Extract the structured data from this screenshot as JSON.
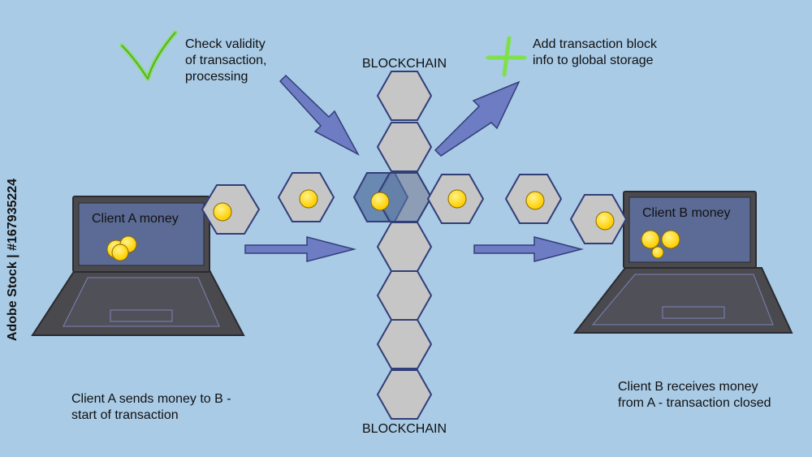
{
  "labels": {
    "check_validity": "Check validity\nof transaction,\nprocessing",
    "add_block": "Add transaction block\ninfo to global storage",
    "blockchain_top": "BLOCKCHAIN",
    "blockchain_bottom": "BLOCKCHAIN",
    "client_a_money": "Client A money",
    "client_b_money": "Client B money",
    "client_a_caption": "Client A sends money to B -\nstart of transaction",
    "client_b_caption": "Client B receives money\nfrom A - transaction closed"
  },
  "watermark": {
    "side_text": "Adobe Stock | #167935224"
  },
  "colors": {
    "background": "#a9cbe6",
    "hexagon_fill": "#c6c6c6",
    "hexagon_stroke": "#323e78",
    "active_block_fill": "#5e7ca8",
    "arrow": "#6e7cc4",
    "coin": "#ffd400",
    "laptop_body": "#4a4a4e",
    "laptop_screen": "#5b6b95",
    "check_mark": "#7fe04c",
    "plus_mark": "#7fe04c"
  },
  "icons": [
    "check-icon",
    "plus-icon",
    "laptop-icon",
    "coin-icon",
    "hexagon-block-icon",
    "arrow-icon"
  ]
}
